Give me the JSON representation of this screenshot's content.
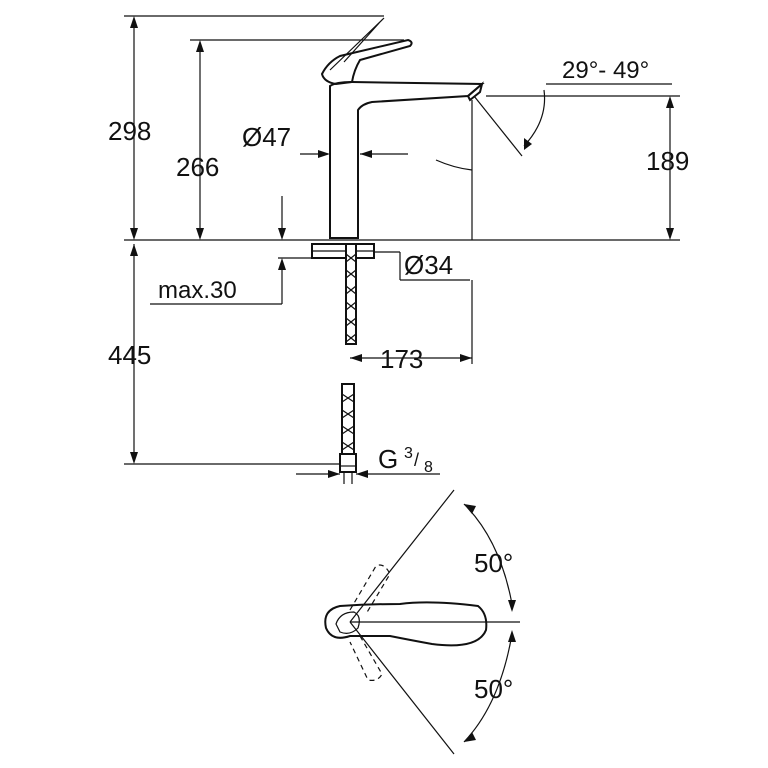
{
  "dimensions": {
    "height_total": "298",
    "height_spout": "266",
    "diameter_body": "Ø47",
    "spout_height": "189",
    "swivel_angle": "29°- 49°",
    "diameter_hole": "Ø34",
    "max_thickness": "max.30",
    "below_deck": "445",
    "projection": "173",
    "connection_base": "G",
    "connection_num": "3",
    "connection_den": "8",
    "lever_angle_top": "50°",
    "lever_angle_bottom": "50°"
  },
  "colors": {
    "line": "#111111",
    "background": "#ffffff"
  }
}
